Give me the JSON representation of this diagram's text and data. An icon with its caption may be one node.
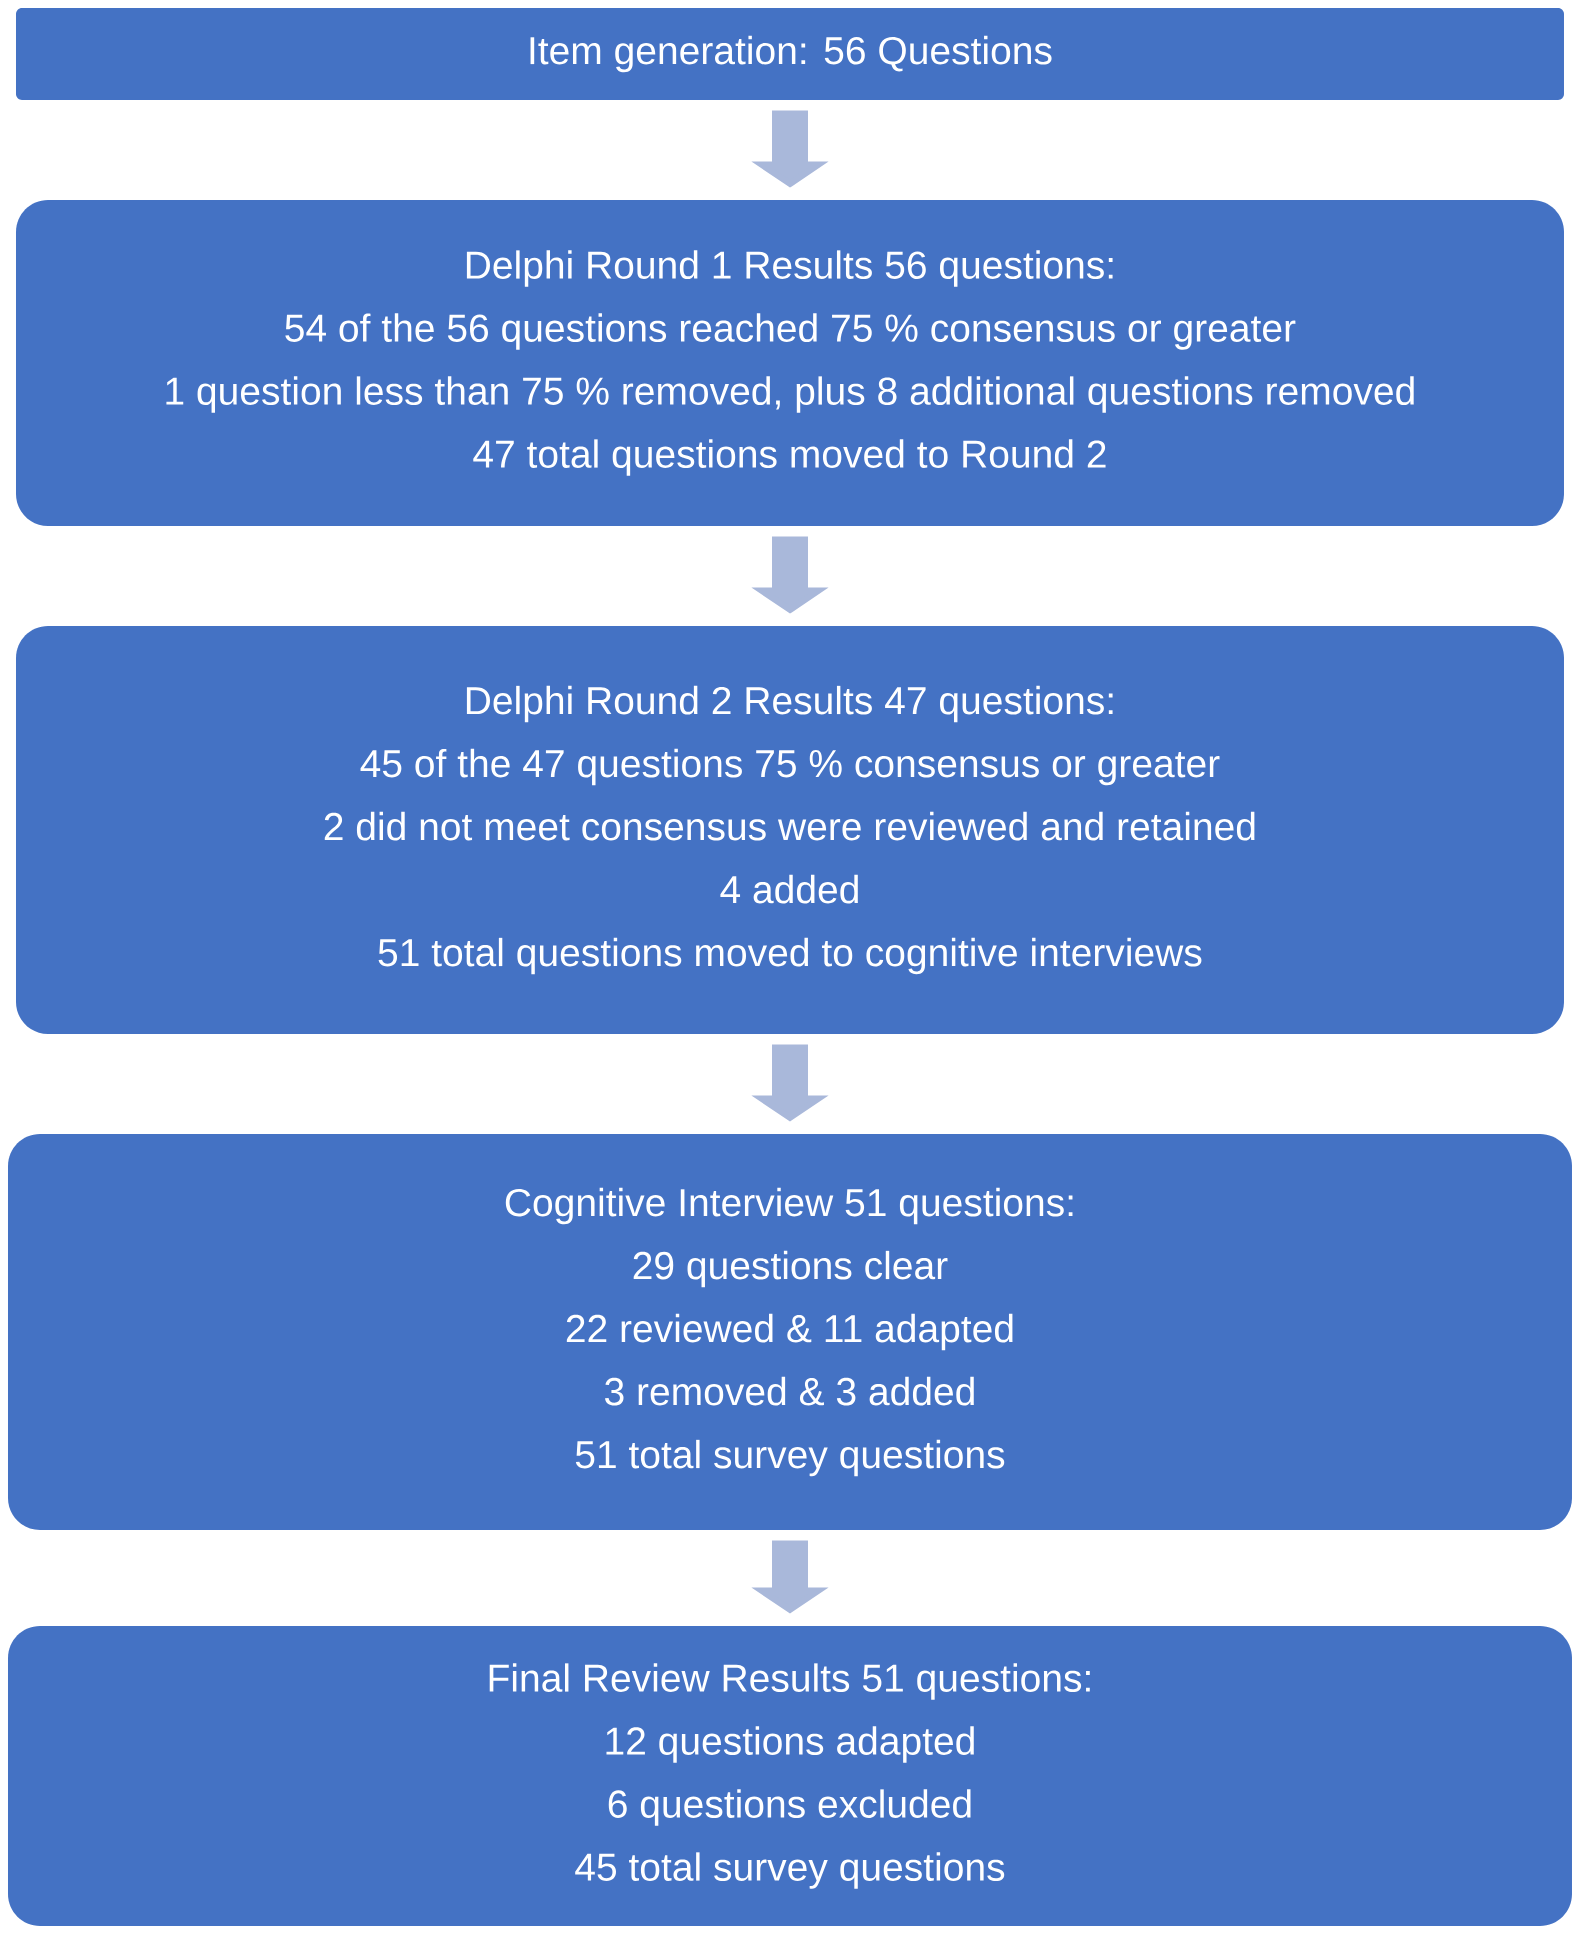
{
  "diagram": {
    "nodes": [
      {
        "text": [
          "Item generation: 56 Questions"
        ]
      },
      {
        "text": [
          "Delphi Round 1 Results 56 questions:",
          "54 of the 56 questions reached 75 % consensus or greater",
          "1 question less than 75 % removed, plus 8 additional questions removed",
          "47 total questions moved to Round 2"
        ]
      },
      {
        "text": [
          "Delphi Round 2 Results 47 questions:",
          "45 of the 47 questions 75 % consensus or greater",
          "2 did not meet consensus were reviewed and retained",
          "4 added",
          "51 total questions moved to cognitive interviews"
        ]
      },
      {
        "text": [
          "Cognitive Interview 51 questions:",
          "29 questions clear",
          "22 reviewed & 11 adapted",
          "3 removed & 3 added",
          "51 total survey questions"
        ]
      },
      {
        "text": [
          "Final Review Results 51 questions:",
          "12 questions adapted",
          "6 questions excluded",
          "45 total survey questions"
        ]
      }
    ],
    "edges": [
      {
        "from": 0,
        "to": 1,
        "arrow": "to"
      },
      {
        "from": 1,
        "to": 2,
        "arrow": "to"
      },
      {
        "from": 2,
        "to": 3,
        "arrow": "to"
      },
      {
        "from": 3,
        "to": 4,
        "arrow": "to"
      }
    ]
  }
}
